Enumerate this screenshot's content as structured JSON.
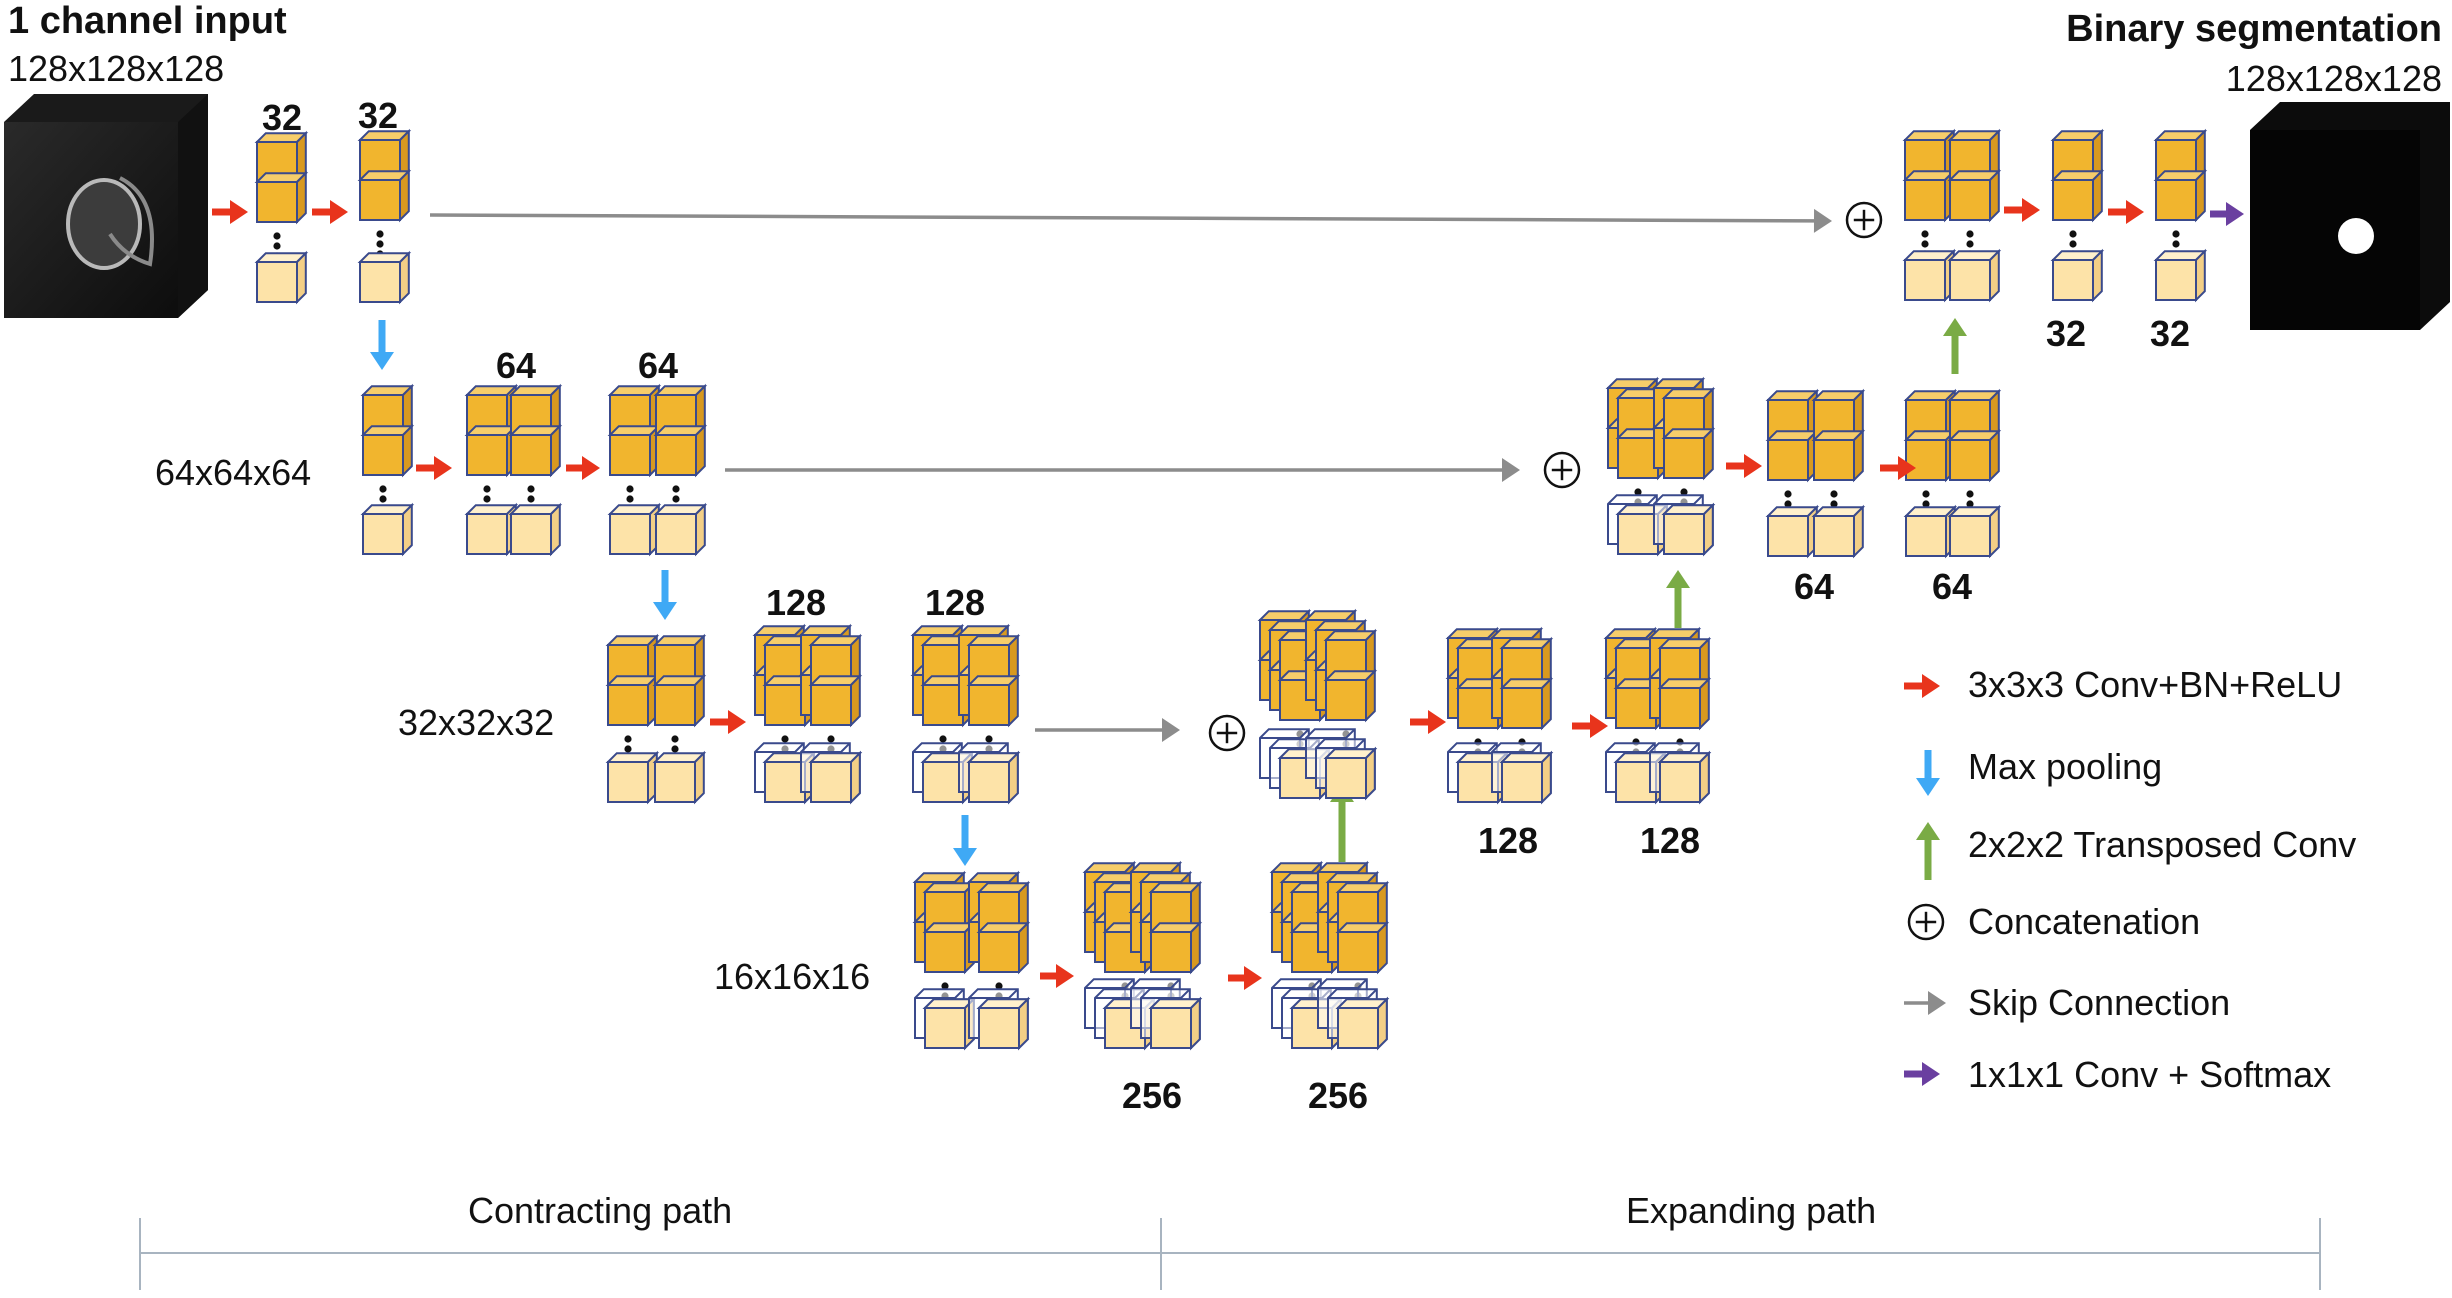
{
  "input": {
    "title": "1 channel input",
    "size": "128x128x128"
  },
  "output": {
    "title": "Binary segmentation",
    "size": "128x128x128"
  },
  "levels": [
    "64x64x64",
    "32x32x32",
    "16x16x16"
  ],
  "counts": {
    "enc_l0_a": "32",
    "enc_l0_b": "32",
    "enc_l1_a": "64",
    "enc_l1_b": "64",
    "enc_l2_a": "128",
    "enc_l2_b": "128",
    "bot_a": "256",
    "bot_b": "256",
    "dec_l2_a": "128",
    "dec_l2_b": "128",
    "dec_l1_a": "64",
    "dec_l1_b": "64",
    "dec_l0_a": "32",
    "dec_l0_b": "32"
  },
  "legend": [
    {
      "label": "3x3x3 Conv+BN+ReLU",
      "icon": "red-arrow-icon"
    },
    {
      "label": "Max pooling",
      "icon": "blue-down-arrow-icon"
    },
    {
      "label": "2x2x2 Transposed Conv",
      "icon": "green-up-arrow-icon"
    },
    {
      "label": "Concatenation",
      "icon": "concat-icon"
    },
    {
      "label": "Skip Connection",
      "icon": "gray-arrow-icon"
    },
    {
      "label": "1x1x1 Conv + Softmax",
      "icon": "purple-arrow-icon"
    }
  ],
  "sections": {
    "contracting": "Contracting path",
    "expanding": "Expanding path"
  },
  "colors": {
    "conv": "#e8341c",
    "pool": "#3fa9f5",
    "upconv": "#7aab45",
    "skip": "#8c8c8c",
    "softmax": "#6a3fa0",
    "cube_dark": "#f1b52e",
    "cube_light": "#fde3a8",
    "cube_edge": "#3a4a8c"
  }
}
